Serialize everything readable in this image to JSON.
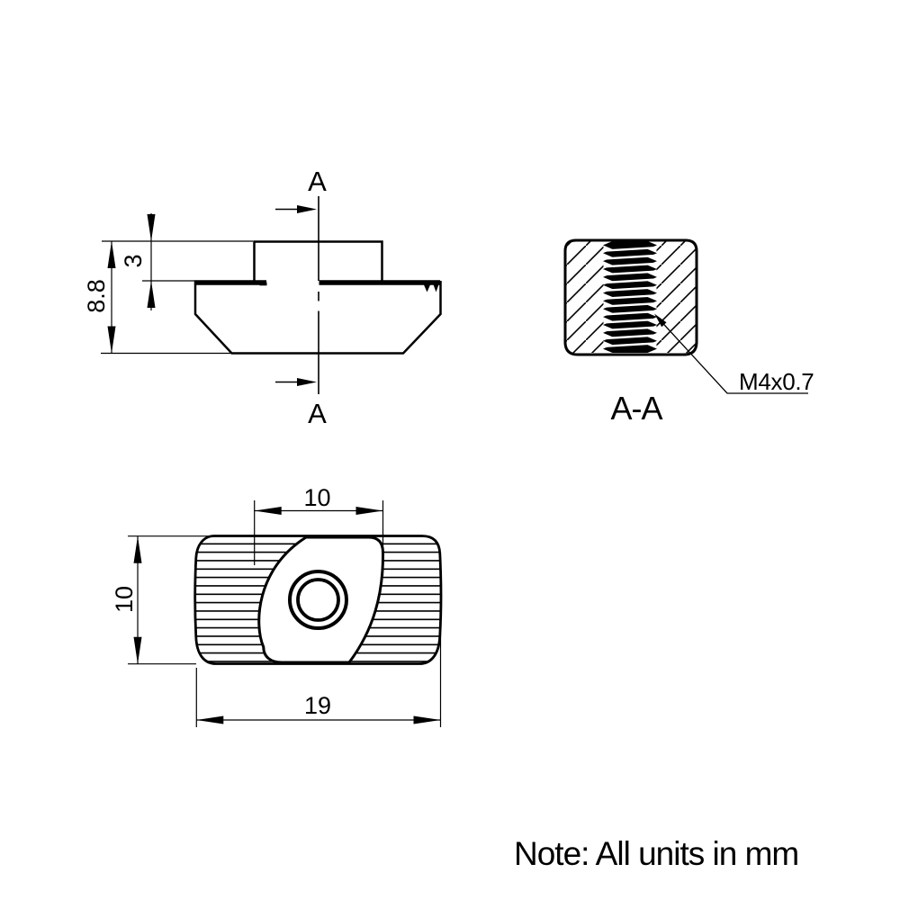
{
  "note": {
    "text": "Note: All units in mm"
  },
  "front_view": {
    "section_letter_top": "A",
    "section_letter_bottom": "A",
    "dim_overall_height": "8.8",
    "dim_head_height": "3"
  },
  "section_view": {
    "title": "A-A",
    "thread_callout": "M4x0.7"
  },
  "top_view": {
    "dim_head_width": "10",
    "dim_overall_width": "10",
    "dim_overall_length": "19"
  },
  "colors": {
    "line": "#000000",
    "background": "#ffffff"
  }
}
